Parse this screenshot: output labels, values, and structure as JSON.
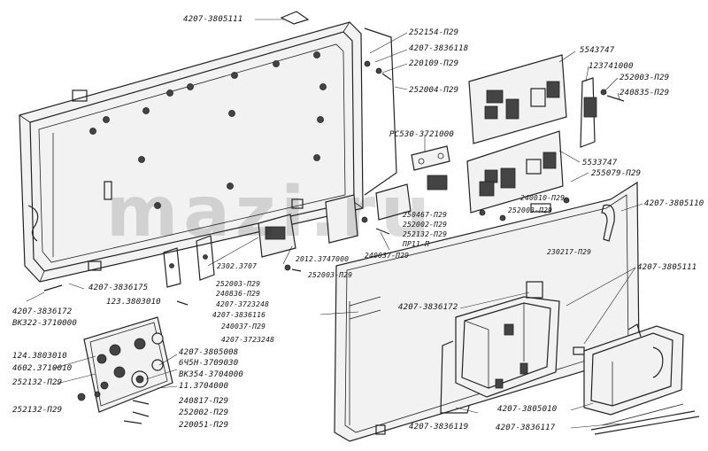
{
  "watermark": "mazi.ru",
  "labels": {
    "a01": "4207-3805111",
    "a02": "252154-П29",
    "a03": "4207-3836118",
    "a04": "220109-П29",
    "a05": "252004-П29",
    "a06": "5543747",
    "a07": "123741000",
    "a08": "252003-П29",
    "a09": "240835-П29",
    "a10": "РС530-3721000",
    "a11": "5533747",
    "a12": "255079-П29",
    "a13": "240010-П29",
    "a14": "252003-П29",
    "a15": "4207-3805110",
    "a16": "250467-П29",
    "a17": "252002-П29",
    "a18": "252132-П29",
    "a19": "ПР11-П",
    "a20": "240037-П29",
    "a21": "230217-П29",
    "a22": "2302.3707",
    "a23": "2012.3747000",
    "a24": "252003-П29",
    "a25": "240836-П29",
    "a26": "4207-3723248",
    "a27": "4207-3836116",
    "a28": "240037-П29",
    "a29": "4207-3723248",
    "a30": "4207-3836175",
    "a31": "4207-3836172",
    "a32": "252003-П29",
    "a33": "4207-3805111",
    "a34": "4207-3836172",
    "a35": "ВК322-3710000",
    "a36": "123.3803010",
    "a37": "124.3803010",
    "a38": "4602.3710010",
    "a39": "252132-П29",
    "a40": "252132-П29",
    "a41": "4207-3805008",
    "a42": "6Ч5Н-3709030",
    "a43": "ВК354-3704000",
    "a44": "11.3704000",
    "a45": "240817-П29",
    "a46": "252002-П29",
    "a47": "220051-П29",
    "a48": "4207-3836119",
    "a49": "4207-3805010",
    "a50": "4207-3836117"
  }
}
